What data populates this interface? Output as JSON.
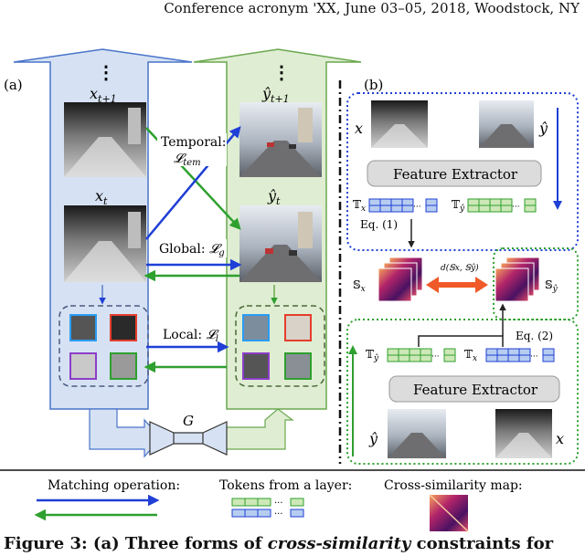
{
  "header": {
    "text": "Conference acronym 'XX, June 03–05, 2018, Woodstock, NY"
  },
  "panel_a": {
    "label": "(a)",
    "ellipsis": "⋮",
    "src_next_label": "x",
    "src_next_sub": "t+1",
    "src_cur_label": "x",
    "src_cur_sub": "t",
    "gen_next_label": "ŷ",
    "gen_next_sub": "t+1",
    "gen_cur_label": "ŷ",
    "gen_cur_sub": "t",
    "temporal_label": "Temporal:",
    "temporal_loss": "𝓛",
    "temporal_loss_sub": "tem",
    "global_label": "Global: ",
    "global_loss": "𝓛",
    "global_loss_sub": "g",
    "local_label": "Local: ",
    "local_loss": "𝓛",
    "local_loss_sub": "l",
    "generator_label": "G"
  },
  "panel_b": {
    "label": "(b)",
    "x_label": "x",
    "y_label": "ŷ",
    "feature_extractor": "Feature Extractor",
    "tx_label": "𝕋",
    "tx_sub": "x",
    "ty_label": "𝕋",
    "ty_sub": "ŷ",
    "eq1": "Eq. (1)",
    "eq2": "Eq. (2)",
    "sx_label": "𝕊",
    "sx_sub": "x",
    "sy_label": "𝕊",
    "sy_sub": "ŷ",
    "distance": "d(𝕊x, 𝕊ŷ)",
    "dots": "···"
  },
  "legend": {
    "matching": "Matching operation:",
    "tokens": "Tokens from a layer:",
    "cross_similarity": "Cross-similarity map:",
    "dots": "···"
  },
  "caption": {
    "prefix": "Figure 3: (a) Three forms of ",
    "emph": "cross-similarity",
    "suffix": " constraints for"
  },
  "colors": {
    "blue": "#1f3fd6",
    "green": "#2ea02e",
    "blue_fill": "#d6e2f3",
    "green_fill": "#dfedd2",
    "orange": "#f05a28"
  }
}
